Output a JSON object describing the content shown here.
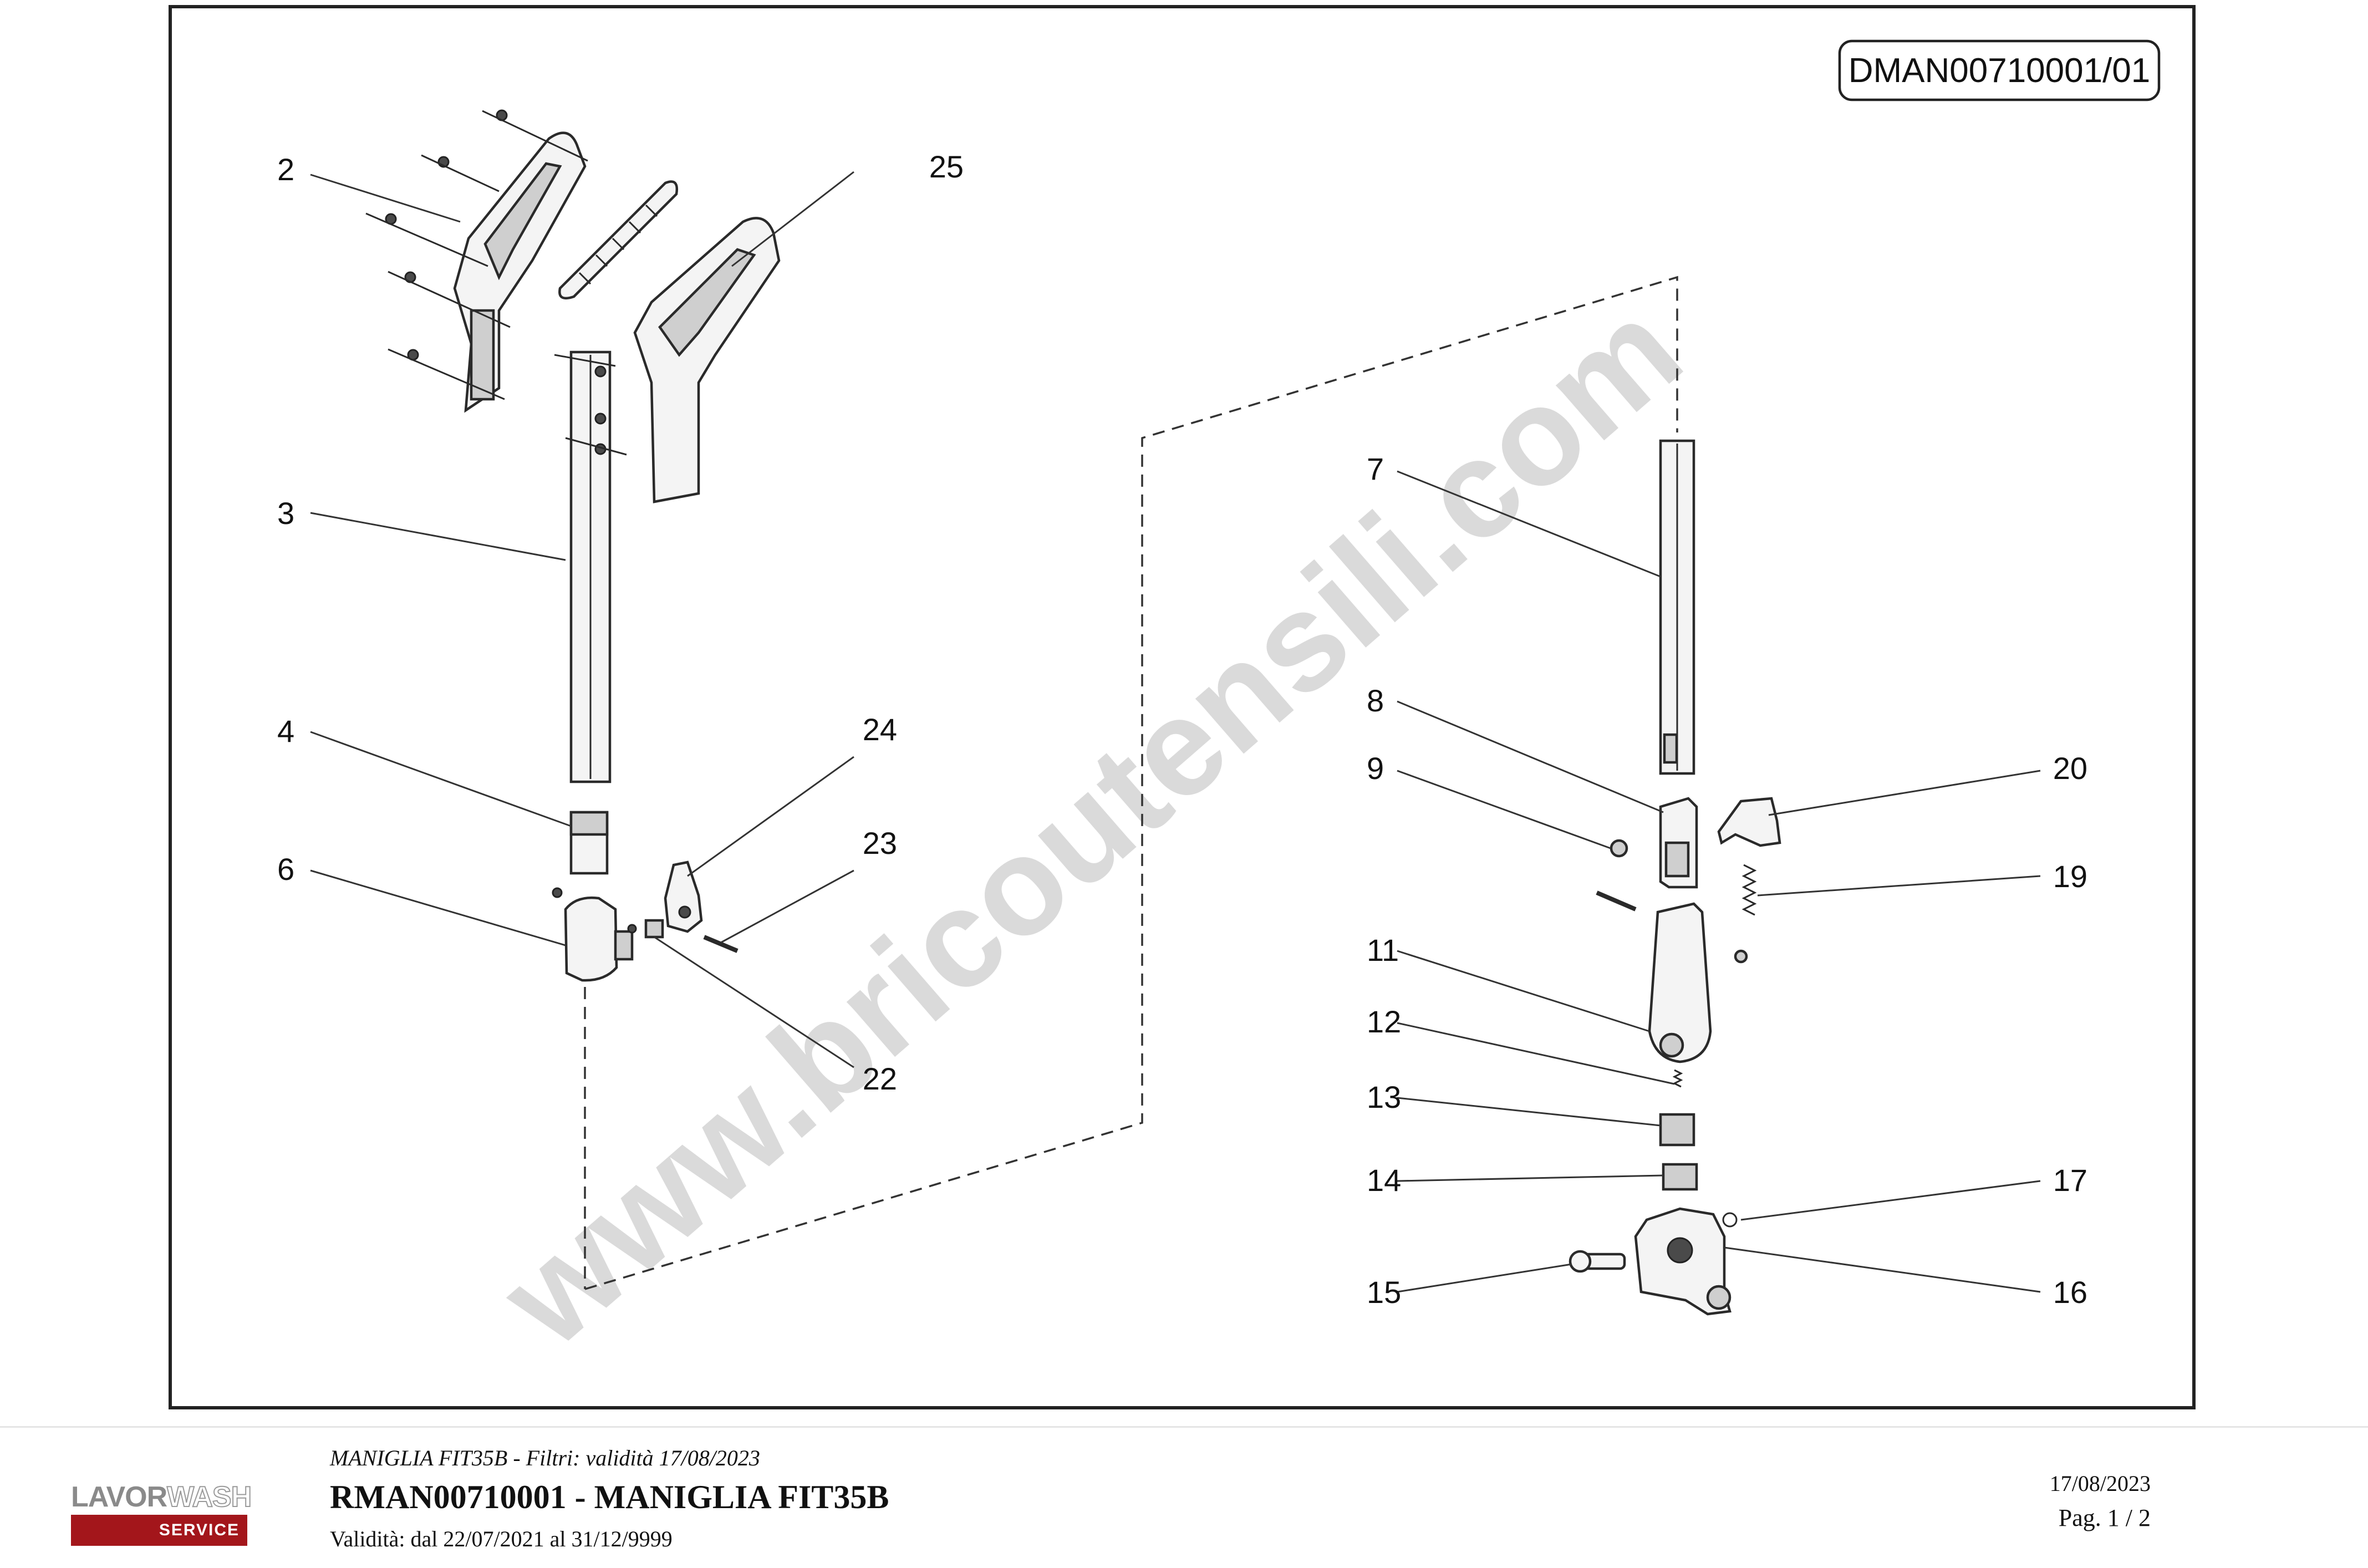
{
  "drawing": {
    "doc_id": "DMAN00710001/01",
    "watermark": "www.bricoutensili.com",
    "callouts": {
      "c2": "2",
      "c3": "3",
      "c4": "4",
      "c6": "6",
      "c7": "7",
      "c8": "8",
      "c9": "9",
      "c11": "11",
      "c12": "12",
      "c13": "13",
      "c14": "14",
      "c15": "15",
      "c16": "16",
      "c17": "17",
      "c19": "19",
      "c20": "20",
      "c22": "22",
      "c23": "23",
      "c24": "24",
      "c25": "25"
    }
  },
  "footer": {
    "logo_word1": "LAVOR",
    "logo_word2": "WASH",
    "logo_service": "SERVICE",
    "subtitle": "MANIGLIA FIT35B - Filtri: validità 17/08/2023",
    "title": "RMAN00710001 - MANIGLIA FIT35B",
    "validity": "Validità: dal 22/07/2021 al 31/12/9999",
    "date": "17/08/2023",
    "page": "Pag. 1 / 2"
  },
  "colors": {
    "brand_red": "#a3161b",
    "logo_gray": "#8a8a8a"
  }
}
